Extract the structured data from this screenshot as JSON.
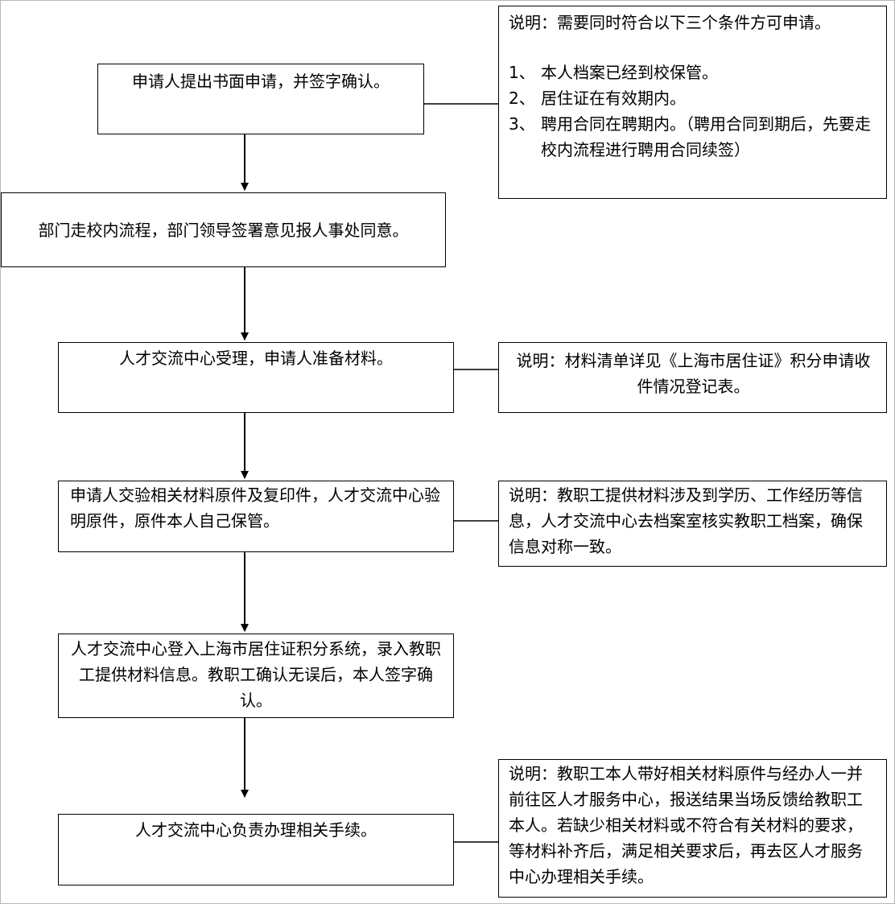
{
  "steps": [
    "申请人提出书面申请，并签字确认。",
    "部门走校内流程，部门领导签署意见报人事处同意。",
    "人才交流中心受理，申请人准备材料。",
    "申请人交验相关材料原件及复印件，人才交流中心验明原件，原件本人自己保管。",
    "人才交流中心登入上海市居住证积分系统，录入教职工提供材料信息。教职工确认无误后，本人签字确认。",
    "人才交流中心负责办理相关手续。"
  ],
  "notes": {
    "conditions": {
      "intro": "说明：需要同时符合以下三个条件方可申请。",
      "items": [
        {
          "num": "1、",
          "text": "本人档案已经到校保管。"
        },
        {
          "num": "2、",
          "text": "居住证在有效期内。"
        },
        {
          "num": "3、",
          "text": "聘用合同在聘期内。（聘用合同到期后，先要走校内流程进行聘用合同续签）"
        }
      ]
    },
    "materials": "说明：材料清单详见《上海市居住证》积分申请收件情况登记表。",
    "verify": "说明：教职工提供材料涉及到学历、工作经历等信息，人才交流中心去档案室核实教职工档案，确保信息对称一致。",
    "handle": "说明：教职工本人带好相关材料原件与经办人一并前往区人才服务中心，报送结果当场反馈给教职工本人。若缺少相关材料或不符合有关材料的要求，等材料补齐后，满足相关要求后，再去区人才服务中心办理相关手续。"
  }
}
